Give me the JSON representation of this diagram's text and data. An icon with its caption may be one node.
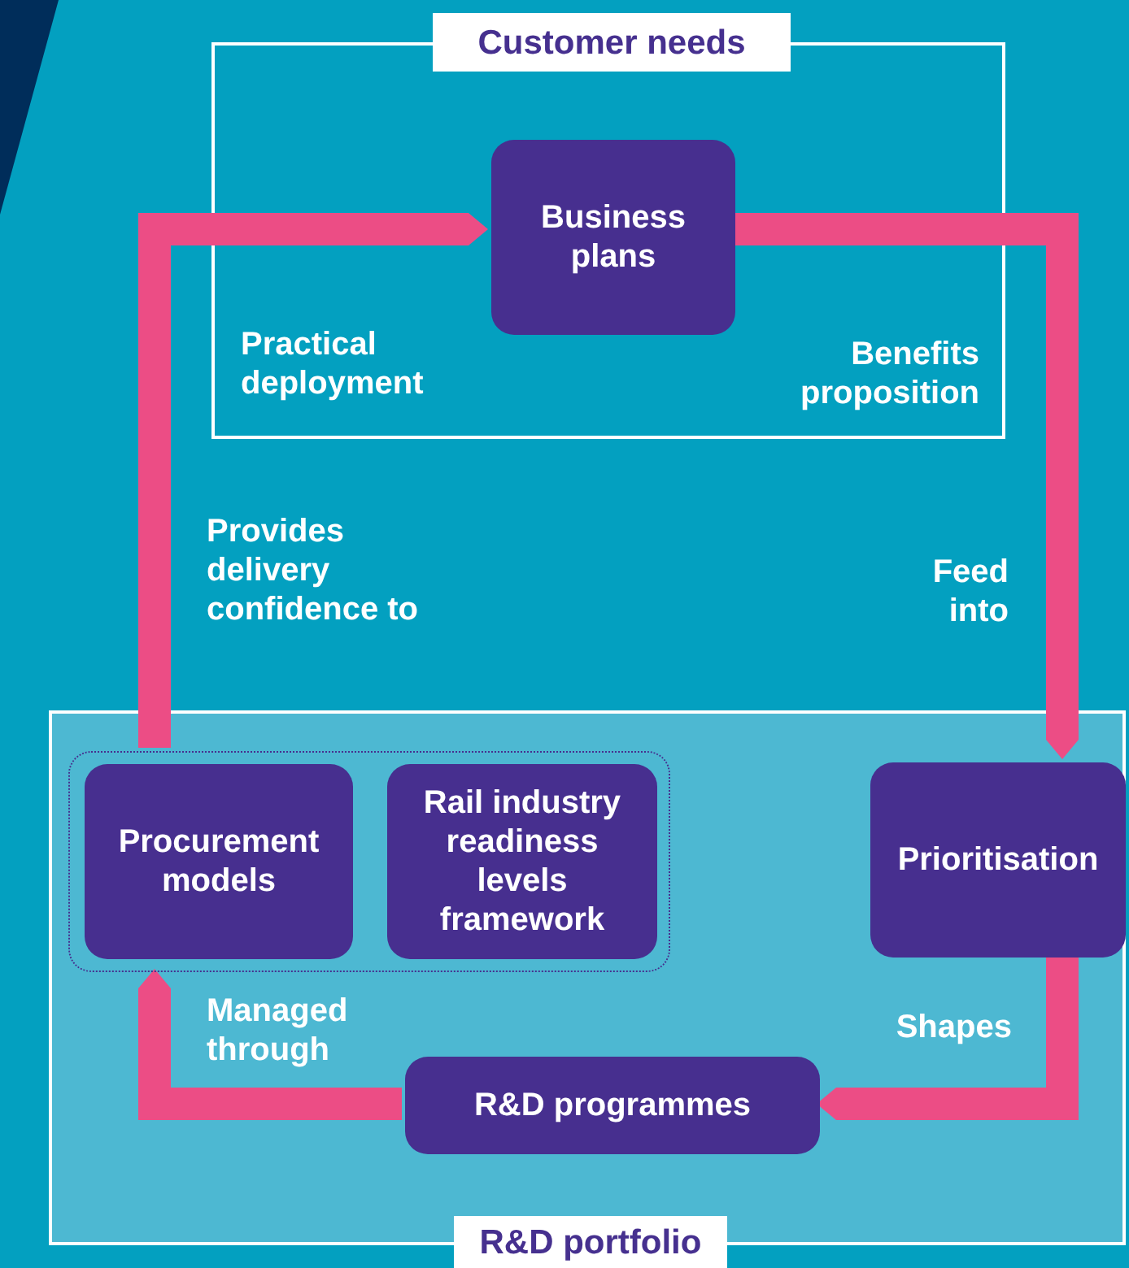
{
  "diagram": {
    "nodes": [
      {
        "text": [
          "Customer needs"
        ]
      },
      {
        "text": [
          "Business plans"
        ],
        "in": 0
      },
      {
        "text": [
          "R&D portfolio"
        ]
      },
      {
        "text": [],
        "shape": "box",
        "in": 2
      },
      {
        "text": [
          "Procurement models"
        ],
        "in": 3
      },
      {
        "text": [
          "Rail industry readiness levels framework"
        ],
        "in": 3
      },
      {
        "text": [
          "Prioritisation"
        ],
        "in": 2
      },
      {
        "text": [
          "R&D programmes"
        ],
        "in": 2
      }
    ],
    "edges": [
      {
        "from": 3,
        "to": 1,
        "arrow": "to",
        "label": "Provides delivery confidence to"
      },
      {
        "from": 1,
        "to": 6,
        "arrow": "to",
        "label": "Feed into"
      },
      {
        "from": 6,
        "to": 7,
        "arrow": "to",
        "label": "Shapes"
      },
      {
        "from": 7,
        "to": 3,
        "arrow": "to",
        "label": "Managed through"
      }
    ],
    "labels": [
      "Practical deployment",
      "Benefits proposition"
    ]
  }
}
